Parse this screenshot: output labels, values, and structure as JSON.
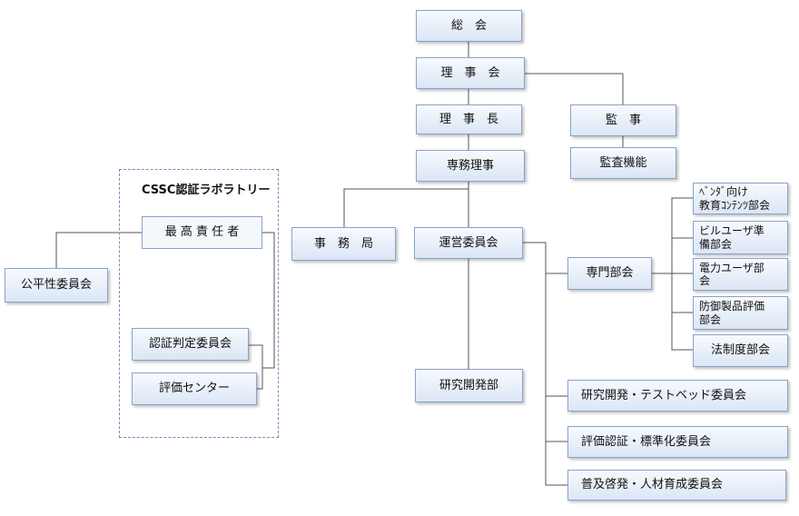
{
  "nodes": {
    "general_meeting": "総　会",
    "board": "理　事　会",
    "chairman": "理　事　長",
    "auditor": "監　事",
    "audit_function": "監査機能",
    "executive_director": "専務理事",
    "secretariat": "事　務　局",
    "steering_committee": "運営委員会",
    "technical_subcommittee": "専門部会",
    "vendor_education": "ﾍﾞﾝﾀﾞ向け\n教育ｺﾝﾃﾝﾂ部会",
    "building_users": "ビルユーザ準\n備部会",
    "power_users": "電力ユーザ部\n会",
    "defense_eval": "防御製品評価\n部会",
    "legal_system": "法制度部会",
    "rnd_dept": "研究開発部",
    "rnd_testbed": "研究開発・テストベッド委員会",
    "eval_cert_std": "評価認証・標準化委員会",
    "promotion_hr": "普及啓発・人材育成委員会",
    "fairness_committee": "公平性委員会",
    "lab_title": "CSSC認証ラボラトリー",
    "top_manager": "最 高 責 任 者",
    "cert_judgment": "認証判定委員会",
    "eval_center": "評価センター"
  }
}
